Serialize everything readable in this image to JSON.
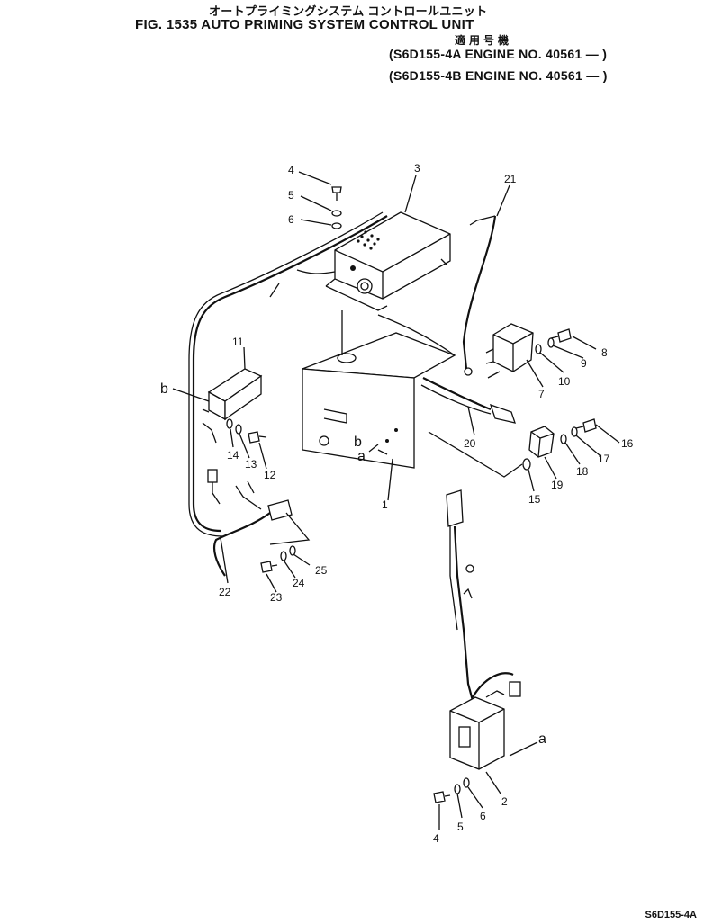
{
  "header": {
    "title_jp": "オートプライミングシステム コントロールユニット",
    "title": "FIG. 1535  AUTO PRIMING SYSTEM CONTROL UNIT",
    "applicability_label": "適用号機",
    "engine_lines": [
      "(S6D155-4A  ENGINE NO. 40561 — )",
      "(S6D155-4B  ENGINE NO. 40561 — )"
    ]
  },
  "callouts": [
    "1",
    "2",
    "3",
    "4",
    "5",
    "6",
    "7",
    "8",
    "9",
    "10",
    "11",
    "12",
    "13",
    "14",
    "15",
    "16",
    "17",
    "18",
    "19",
    "20",
    "21",
    "22",
    "23",
    "24",
    "25",
    "4",
    "5",
    "6"
  ],
  "reference_letters": [
    "a",
    "a",
    "b",
    "b"
  ],
  "footer": {
    "drawing_code": "S6D155-4A"
  }
}
